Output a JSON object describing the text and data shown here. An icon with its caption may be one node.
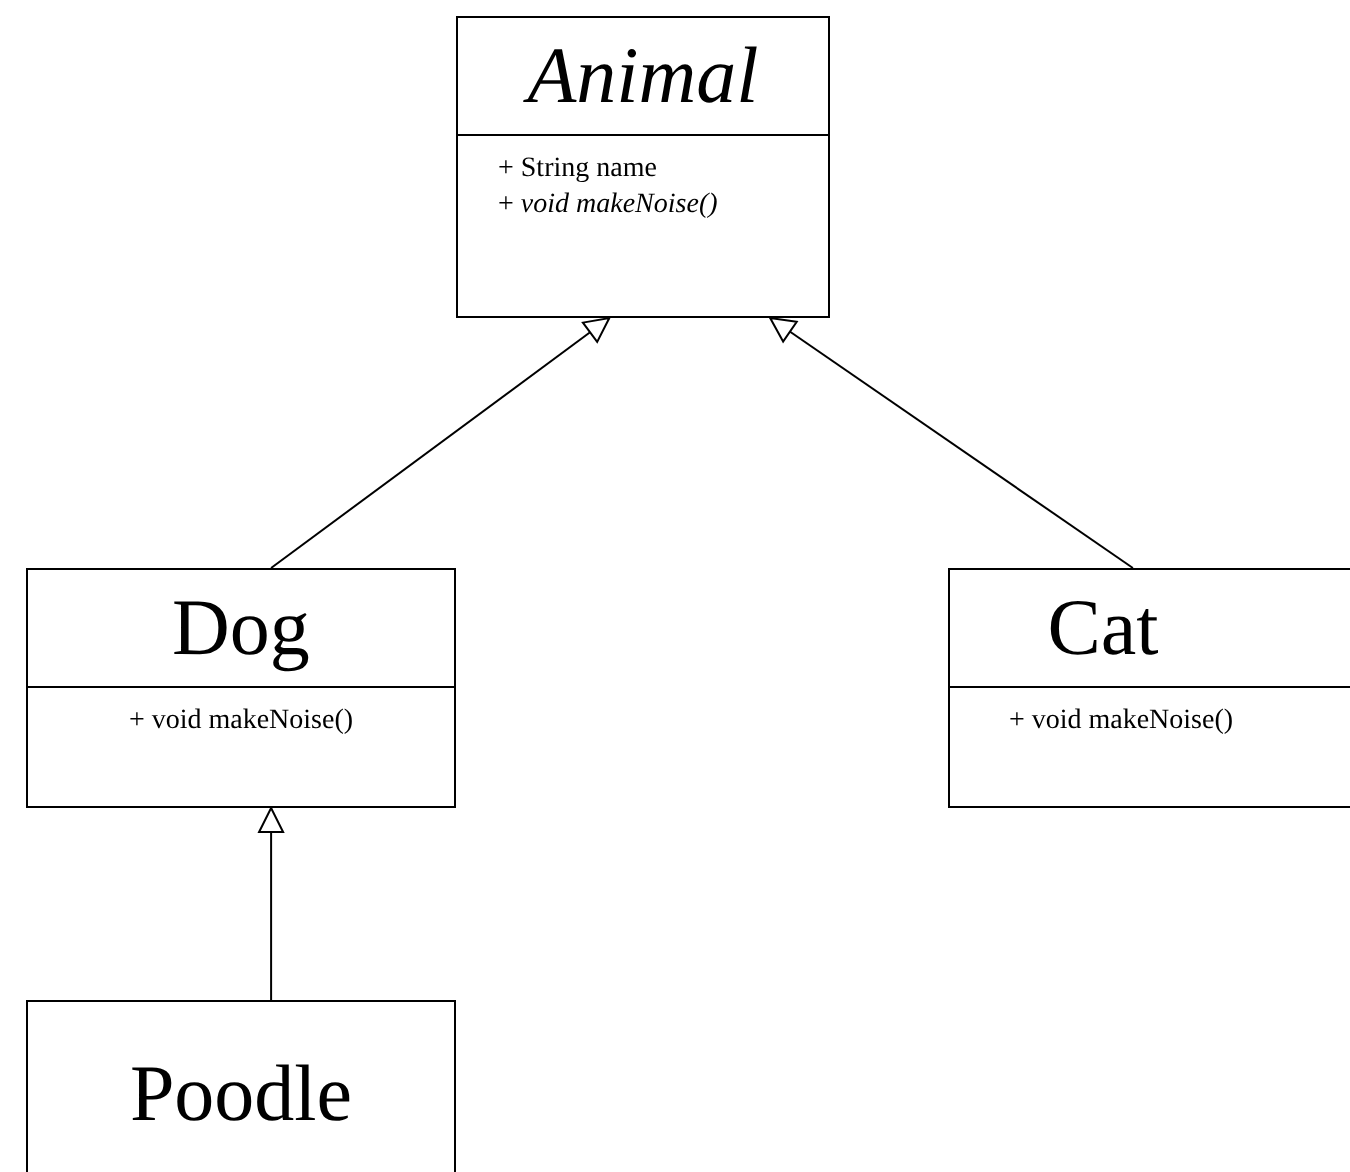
{
  "diagram": {
    "nodes": [
      {
        "text": [
          "Animal",
          "+ String name",
          "+ *void makeNoise()*"
        ]
      },
      {
        "text": [
          "Dog",
          "+ void makeNoise()"
        ]
      },
      {
        "text": [
          "Cat",
          "+ void makeNoise()"
        ]
      },
      {
        "text": [
          "Poodle"
        ]
      }
    ],
    "edges": [
      {
        "from": 1,
        "to": 0,
        "arrow": "to"
      },
      {
        "from": 2,
        "to": 0,
        "arrow": "to"
      },
      {
        "from": 3,
        "to": 1,
        "arrow": "to"
      }
    ]
  }
}
